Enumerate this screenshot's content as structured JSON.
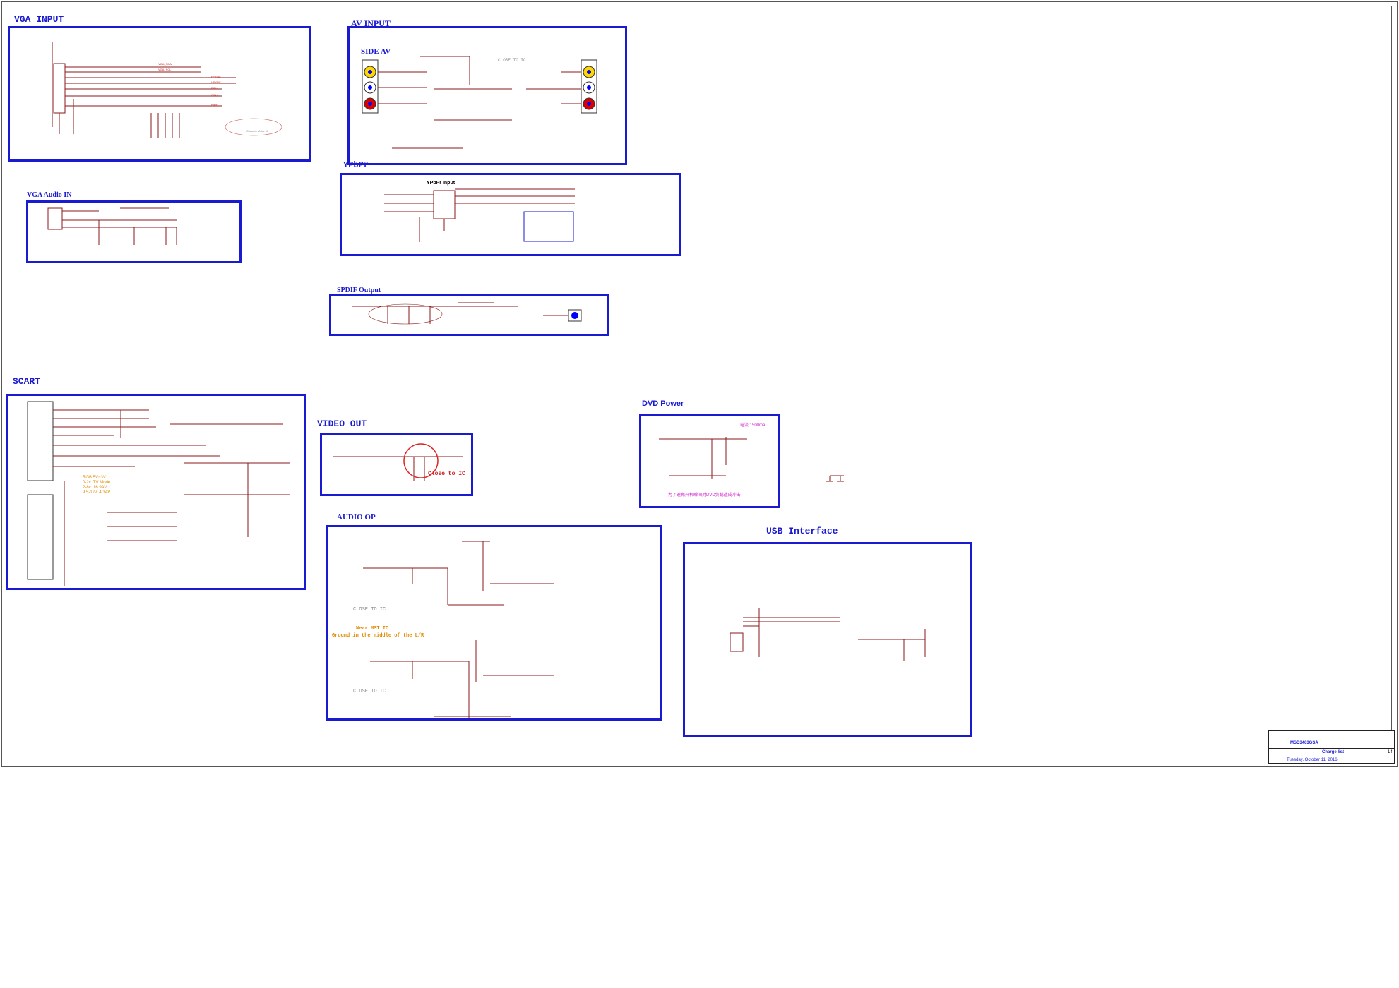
{
  "blocks": {
    "vga_input": {
      "title": "VGA INPUT",
      "note": "Close to Mstar IC"
    },
    "av_input": {
      "title": "AV INPUT",
      "subtitle": "SIDE AV",
      "note": "CLOSE TO IC"
    },
    "vga_audio": {
      "title": "VGA Audio IN"
    },
    "ypbpr": {
      "title": "YPbPr",
      "subtitle": "YPbPr Input"
    },
    "spdif": {
      "title": "SPDIF Output"
    },
    "scart": {
      "title": "SCART",
      "notes": [
        "RGB:5V~3V",
        "0-2v: TV Mode",
        "2-8v: 16:9AV",
        "9.5-12v: 4:3AV"
      ]
    },
    "video_out": {
      "title": "VIDEO OUT",
      "note": "Close to IC"
    },
    "dvd_power": {
      "title": "DVD Power",
      "note1": "电流:1500ma",
      "note2": "为了避免开机瞬间对DVD负载造成冲击"
    },
    "audio_op": {
      "title": "AUDIO OP",
      "close1": "CLOSE TO IC",
      "close2": "CLOSE TO IC",
      "near": "Near MST.IC",
      "ground": "Ground in the middle of the L/R"
    },
    "usb": {
      "title": "USB Interface"
    }
  },
  "title_block": {
    "title": "MSD3463GSA",
    "sheet_title": "Charge list",
    "date": "Tuesday, October 11, 2016",
    "sheet": "14"
  },
  "colors": {
    "block_border": "#1a1ad0",
    "wire": "#8a1a1a",
    "net": "#cc2222",
    "annot_orange": "#e08a00",
    "annot_pink": "#d020d0"
  }
}
